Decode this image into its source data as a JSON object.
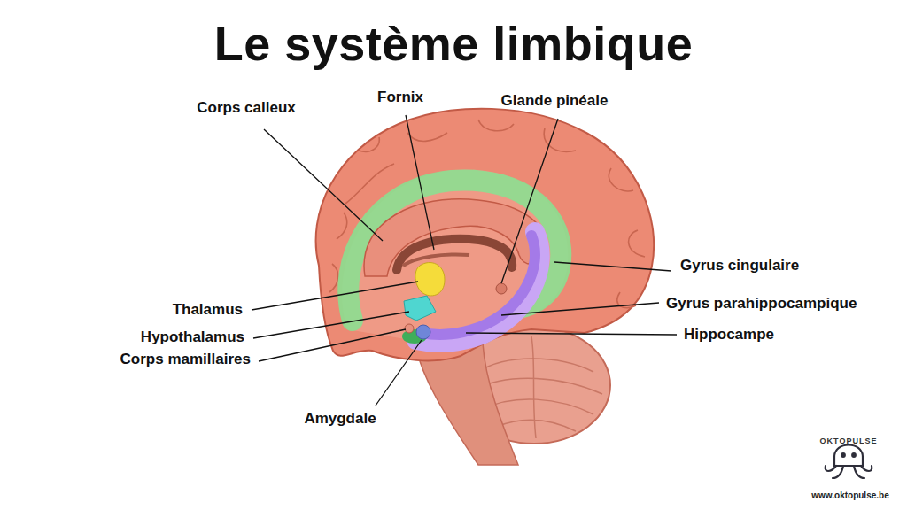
{
  "diagram": {
    "title": "Le système limbique",
    "labels": [
      "Corps calleux",
      "Fornix",
      "Glande pinéale",
      "Gyrus cingulaire",
      "Gyrus parahippocampique",
      "Hippocampe",
      "Thalamus",
      "Hypothalamus",
      "Corps mamillaires",
      "Amygdale",
      "OKTOPULSE",
      "www.oktopulse.be"
    ]
  }
}
